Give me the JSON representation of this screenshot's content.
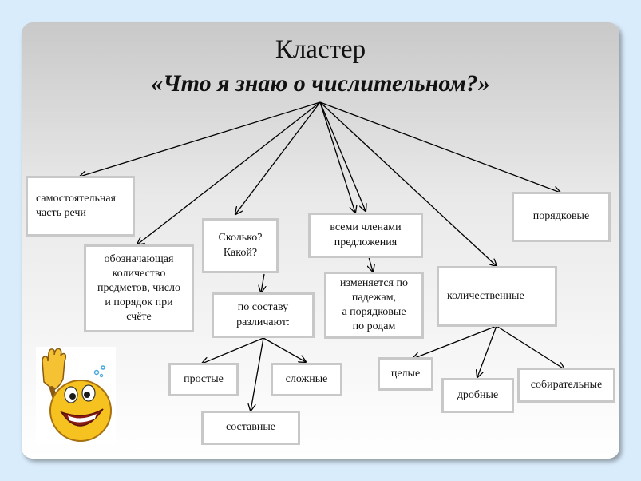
{
  "title": "Кластер",
  "subtitle": "«Что я  знаю о числительном?»",
  "nodes": {
    "part_of_speech": "самостоятельная\nчасть речи",
    "meaning": "обозначающая\nколичество\nпредметов, число\nи порядок при\nсчёте",
    "questions": "Сколько?\nКакой?",
    "sentence_members": "всеми членами\nпредложения",
    "changes": "изменяется по\nпадежам,\nа порядковые\nпо родам",
    "ordinal": "порядковые",
    "cardinal": "количественные",
    "by_structure": "по составу\nразличают:",
    "simple": "простые",
    "complex": "сложные",
    "compound": "составные",
    "whole": "целые",
    "fractional": "дробные",
    "collective": "собирательные"
  },
  "colors": {
    "background": "#d9ecfb",
    "box_border": "#c8c8c8",
    "arrow": "#000000"
  },
  "icons": {
    "mascot": "waving-smiley-face-icon"
  }
}
